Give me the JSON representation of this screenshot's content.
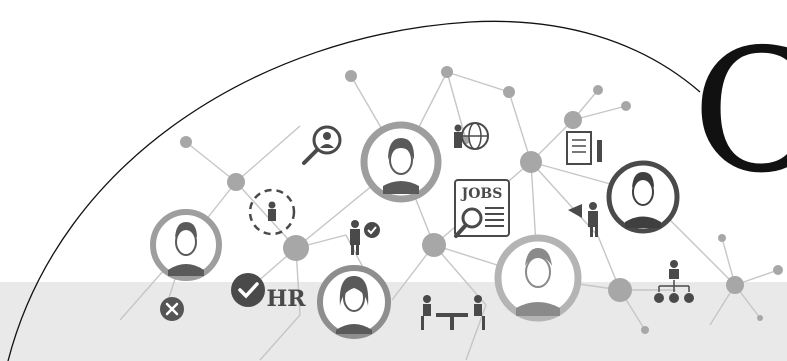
{
  "illustration": {
    "hr_label": "HR",
    "jobs_label": "JOBS",
    "headline_letter": "C",
    "palette": {
      "node": "#a6a6a6",
      "line": "#c4c4c4",
      "avatar_ring": "#9a9a9a",
      "avatar_fill": "#ffffff",
      "person": "#555555",
      "icon_dark": "#4a4a4a",
      "footer_band": "#e8e8e8",
      "arc": "#111111"
    },
    "icons": [
      "search-person-icon",
      "recruitment-cycle-icon",
      "businessman-globe-icon",
      "jobs-newspaper-icon",
      "document-pen-icon",
      "megaphone-businessman-icon",
      "approved-employee-icon",
      "checkmark-icon",
      "reject-icon",
      "interview-meeting-icon",
      "org-chart-icon"
    ]
  }
}
